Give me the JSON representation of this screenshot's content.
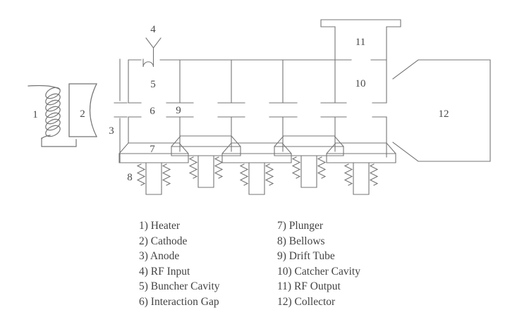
{
  "figure": {
    "callouts": [
      "1",
      "2",
      "3",
      "4",
      "5",
      "6",
      "7",
      "8",
      "9",
      "10",
      "11",
      "12"
    ]
  },
  "legend": {
    "items_left": [
      "1) Heater",
      "2) Cathode",
      "3) Anode",
      "4) RF Input",
      "5) Buncher Cavity",
      "6) Interaction Gap"
    ],
    "items_right": [
      "7) Plunger",
      "8) Bellows",
      "9) Drift Tube",
      "10) Catcher Cavity",
      "11) RF Output",
      "12) Collector"
    ]
  },
  "colors": {
    "line": "#757575",
    "label_text": "#4a4a4a",
    "background": "#ffffff"
  }
}
